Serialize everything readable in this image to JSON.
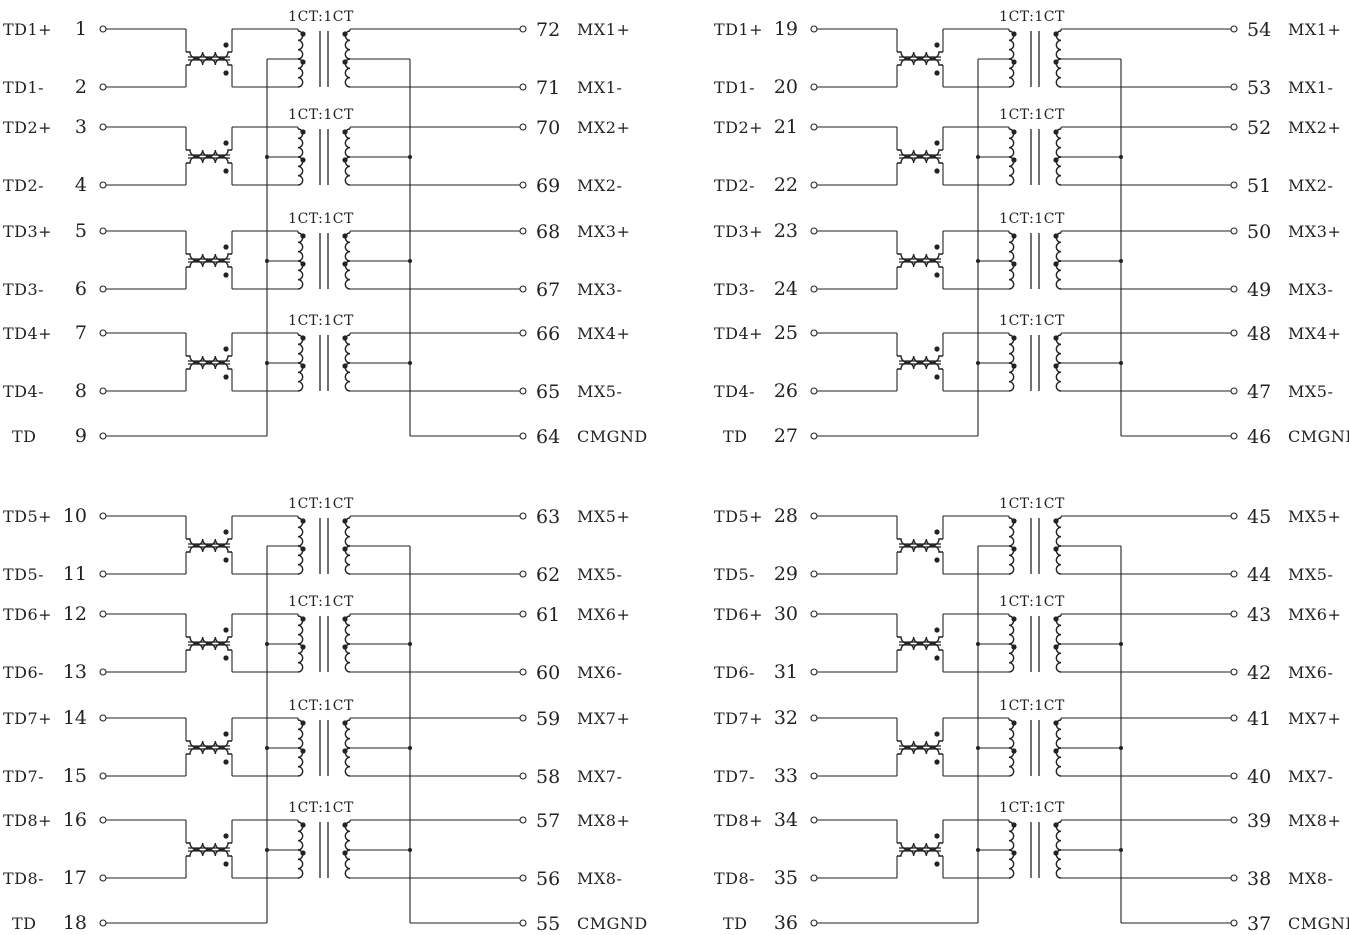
{
  "diagram": {
    "ratio_label": "1CT:1CT",
    "blocks": [
      {
        "channels": [
          {
            "lp": "1",
            "ln": "2",
            "lpl": "TD1+",
            "lnl": "TD1-",
            "rp": "72",
            "rn": "71",
            "rpl": "MX1+",
            "rnl": "MX1-"
          },
          {
            "lp": "3",
            "ln": "4",
            "lpl": "TD2+",
            "lnl": "TD2-",
            "rp": "70",
            "rn": "69",
            "rpl": "MX2+",
            "rnl": "MX2-"
          },
          {
            "lp": "5",
            "ln": "6",
            "lpl": "TD3+",
            "lnl": "TD3-",
            "rp": "68",
            "rn": "67",
            "rpl": "MX3+",
            "rnl": "MX3-"
          },
          {
            "lp": "7",
            "ln": "8",
            "lpl": "TD4+",
            "lnl": "TD4-",
            "rp": "66",
            "rn": "65",
            "rpl": "MX4+",
            "rnl": "MX5-"
          }
        ],
        "ct_left": {
          "pin": "9",
          "label": "TD"
        },
        "ct_right": {
          "pin": "64",
          "label": "CMGND"
        }
      },
      {
        "channels": [
          {
            "lp": "19",
            "ln": "20",
            "lpl": "TD1+",
            "lnl": "TD1-",
            "rp": "54",
            "rn": "53",
            "rpl": "MX1+",
            "rnl": "MX1-"
          },
          {
            "lp": "21",
            "ln": "22",
            "lpl": "TD2+",
            "lnl": "TD2-",
            "rp": "52",
            "rn": "51",
            "rpl": "MX2+",
            "rnl": "MX2-"
          },
          {
            "lp": "23",
            "ln": "24",
            "lpl": "TD3+",
            "lnl": "TD3-",
            "rp": "50",
            "rn": "49",
            "rpl": "MX3+",
            "rnl": "MX3-"
          },
          {
            "lp": "25",
            "ln": "26",
            "lpl": "TD4+",
            "lnl": "TD4-",
            "rp": "48",
            "rn": "47",
            "rpl": "MX4+",
            "rnl": "MX5-"
          }
        ],
        "ct_left": {
          "pin": "27",
          "label": "TD"
        },
        "ct_right": {
          "pin": "46",
          "label": "CMGND"
        }
      },
      {
        "channels": [
          {
            "lp": "10",
            "ln": "11",
            "lpl": "TD5+",
            "lnl": "TD5-",
            "rp": "63",
            "rn": "62",
            "rpl": "MX5+",
            "rnl": "MX5-"
          },
          {
            "lp": "12",
            "ln": "13",
            "lpl": "TD6+",
            "lnl": "TD6-",
            "rp": "61",
            "rn": "60",
            "rpl": "MX6+",
            "rnl": "MX6-"
          },
          {
            "lp": "14",
            "ln": "15",
            "lpl": "TD7+",
            "lnl": "TD7-",
            "rp": "59",
            "rn": "58",
            "rpl": "MX7+",
            "rnl": "MX7-"
          },
          {
            "lp": "16",
            "ln": "17",
            "lpl": "TD8+",
            "lnl": "TD8-",
            "rp": "57",
            "rn": "56",
            "rpl": "MX8+",
            "rnl": "MX8-"
          }
        ],
        "ct_left": {
          "pin": "18",
          "label": "TD"
        },
        "ct_right": {
          "pin": "55",
          "label": "CMGND"
        }
      },
      {
        "channels": [
          {
            "lp": "28",
            "ln": "29",
            "lpl": "TD5+",
            "lnl": "TD5-",
            "rp": "45",
            "rn": "44",
            "rpl": "MX5+",
            "rnl": "MX5-"
          },
          {
            "lp": "30",
            "ln": "31",
            "lpl": "TD6+",
            "lnl": "TD6-",
            "rp": "43",
            "rn": "42",
            "rpl": "MX6+",
            "rnl": "MX6-"
          },
          {
            "lp": "32",
            "ln": "33",
            "lpl": "TD7+",
            "lnl": "TD7-",
            "rp": "41",
            "rn": "40",
            "rpl": "MX7+",
            "rnl": "MX7-"
          },
          {
            "lp": "34",
            "ln": "35",
            "lpl": "TD8+",
            "lnl": "TD8-",
            "rp": "39",
            "rn": "38",
            "rpl": "MX8+",
            "rnl": "MX8-"
          }
        ],
        "ct_left": {
          "pin": "36",
          "label": "TD"
        },
        "ct_right": {
          "pin": "37",
          "label": "CMGND"
        }
      }
    ]
  }
}
